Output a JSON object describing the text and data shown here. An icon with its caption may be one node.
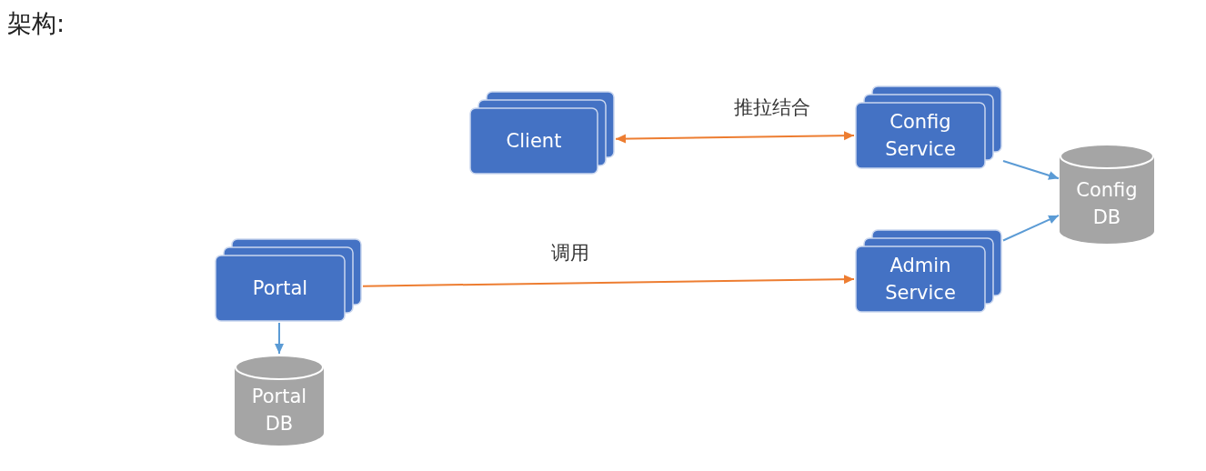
{
  "diagram": {
    "title": "架构:",
    "nodes": [
      {
        "text": [
          "Client"
        ]
      },
      {
        "text": [
          "Config Service"
        ]
      },
      {
        "text": [
          "Config DB"
        ]
      },
      {
        "text": [
          "Portal"
        ]
      },
      {
        "text": [
          "Admin Service"
        ]
      },
      {
        "text": [
          "Portal DB"
        ]
      }
    ],
    "edges": [
      {
        "from": 0,
        "to": 1,
        "arrow": "both",
        "label": "推拉结合",
        "color": "#ed7d31"
      },
      {
        "from": 1,
        "to": 2,
        "arrow": "to"
      },
      {
        "from": 4,
        "to": 2,
        "arrow": "to"
      },
      {
        "from": 3,
        "to": 4,
        "arrow": "to",
        "label": "调用",
        "color": "#ed7d31"
      },
      {
        "from": 3,
        "to": 5,
        "arrow": "to"
      }
    ]
  }
}
